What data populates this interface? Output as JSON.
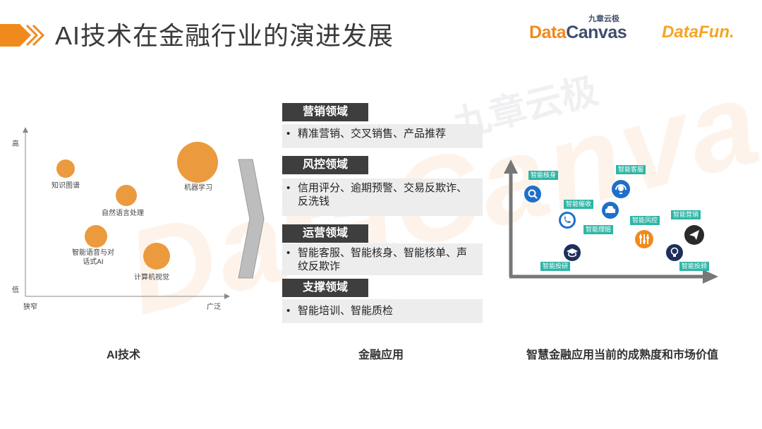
{
  "header": {
    "title": "AI技术在金融行业的演进发展",
    "logos": {
      "datacanvas_cn": "九章云极",
      "datacanvas_part1": "Data",
      "datacanvas_part2": "Canvas",
      "datafun": "DataFun."
    }
  },
  "watermark": {
    "text": "DataCanvas",
    "cn": "九章云极"
  },
  "ai_tech": {
    "caption": "AI技术",
    "y_axis": {
      "high": "高",
      "low": "低"
    },
    "x_axis": {
      "left": "狭窄",
      "right": "广泛"
    },
    "bubbles": [
      {
        "label_line1": "知识图谱",
        "label_line2": ""
      },
      {
        "label_line1": "机器学习",
        "label_line2": ""
      },
      {
        "label_line1": "自然语言处理",
        "label_line2": ""
      },
      {
        "label_line1": "智能语音与对",
        "label_line2": "话式AI"
      },
      {
        "label_line1": "计算机视觉",
        "label_line2": ""
      }
    ],
    "bubble_color": "#ec9a3e"
  },
  "finance_apps": {
    "caption": "金融应用",
    "domains": [
      {
        "tag": "营销领域",
        "line1": "精准营销、交叉销售、产品推荐",
        "line2": ""
      },
      {
        "tag": "风控领域",
        "line1": "信用评分、逾期预警、交易反欺诈、",
        "line2": "反洗钱"
      },
      {
        "tag": "运营领域",
        "line1": "智能客服、智能核身、智能核单、声",
        "line2": "纹反欺诈"
      },
      {
        "tag": "支撑领域",
        "line1": "智能培训、智能质检",
        "line2": ""
      }
    ],
    "bullet": "•"
  },
  "maturity": {
    "caption": "智慧金融应用当前的成熟度和市场价值",
    "items": [
      {
        "label": "智能核身",
        "icon": "search-icon"
      },
      {
        "label": "智能客服",
        "icon": "headset-icon"
      },
      {
        "label": "智能催收",
        "icon": "phone-icon"
      },
      {
        "label": "智能理赔",
        "icon": "car-icon"
      },
      {
        "label": "智能风控",
        "icon": "sliders-icon"
      },
      {
        "label": "智能营销",
        "icon": "send-icon"
      },
      {
        "label": "智能投研",
        "icon": "graduation-cap-icon"
      },
      {
        "label": "智能投顾",
        "icon": "lightbulb-icon"
      }
    ],
    "label_color": "#2fb5a6"
  }
}
